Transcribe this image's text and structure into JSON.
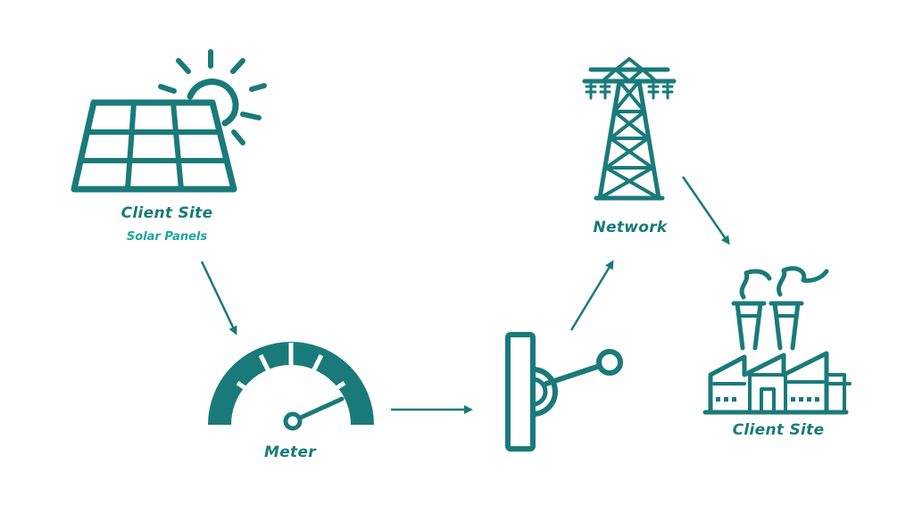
{
  "colors": {
    "primary": "#1a7a7a",
    "secondary": "#1fa5a0",
    "background": "#ffffff"
  },
  "nodes": {
    "solar": {
      "title": "Client Site",
      "subtitle": "Solar Panels",
      "icon": "solar-panel-icon"
    },
    "meter": {
      "title": "Meter",
      "icon": "meter-gauge-icon"
    },
    "switch": {
      "icon": "lever-switch-icon"
    },
    "network": {
      "title": "Network",
      "icon": "transmission-tower-icon"
    },
    "factory": {
      "title": "Client Site",
      "icon": "factory-icon"
    }
  },
  "flow": [
    "solar",
    "meter",
    "switch",
    "network",
    "factory"
  ]
}
